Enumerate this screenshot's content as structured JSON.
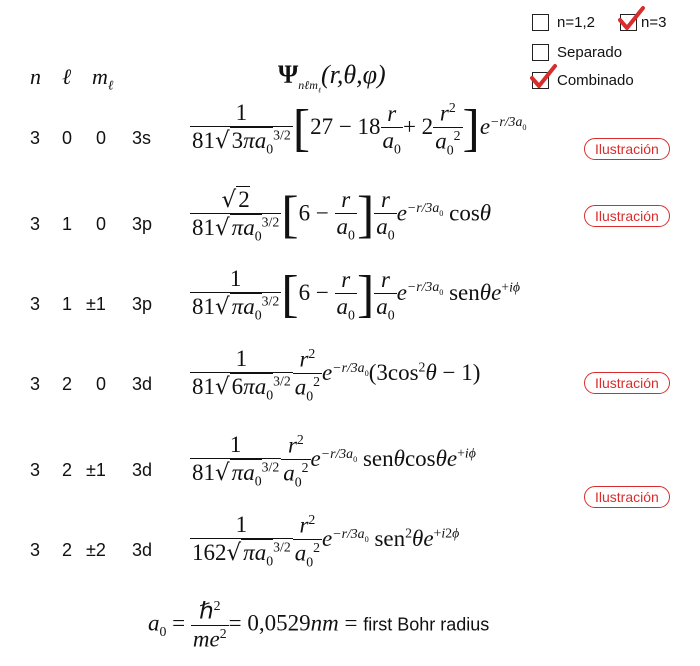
{
  "options": {
    "n12": {
      "label": "n=1,2",
      "checked": false
    },
    "n3": {
      "label": "n=3",
      "checked": true
    },
    "separado": {
      "label": "Separado",
      "checked": false
    },
    "combinado": {
      "label": "Combinado",
      "checked": true
    }
  },
  "header": {
    "n": "n",
    "l": "ℓ",
    "ml": "m",
    "ml_sub": "ℓ",
    "psi_symbol": "Ψ",
    "psi_sub": "nℓm",
    "psi_sub2": "ℓ",
    "psi_args": "(r,θ,φ)"
  },
  "rows": [
    {
      "n": "3",
      "l": "0",
      "ml": "0",
      "orbital": "3s",
      "button": "Ilustración"
    },
    {
      "n": "3",
      "l": "1",
      "ml": "0",
      "orbital": "3p",
      "button": "Ilustración"
    },
    {
      "n": "3",
      "l": "1",
      "ml": "±1",
      "orbital": "3p",
      "button": ""
    },
    {
      "n": "3",
      "l": "2",
      "ml": "0",
      "orbital": "3d",
      "button": "Ilustración"
    },
    {
      "n": "3",
      "l": "2",
      "ml": "±1",
      "orbital": "3d",
      "button": "Ilustración"
    },
    {
      "n": "3",
      "l": "2",
      "ml": "±2",
      "orbital": "3d",
      "button": ""
    }
  ],
  "footer": {
    "lhs": "a",
    "lhs_sub": "0",
    "num": "ℏ",
    "num_sup": "2",
    "den": "me",
    "den_sup": "2",
    "value": "= 0,0529",
    "unit": "nm",
    "eq2": "=",
    "label": "first Bohr radius"
  },
  "colors": {
    "accent": "#d92d2d",
    "text": "#111111"
  }
}
